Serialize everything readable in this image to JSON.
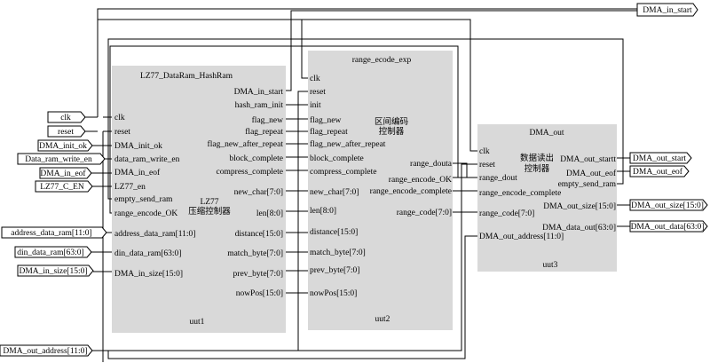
{
  "modules": {
    "uut1": {
      "title": "LZ77_DataRam_HashRam",
      "instance": "uut1",
      "desc": [
        "LZ77",
        "压缩控制器"
      ],
      "inputs": [
        "clk",
        "reset",
        "DMA_init_ok",
        "data_ram_write_en",
        "DMA_in_eof",
        "LZ77_en",
        "empty_send_ram",
        "range_encode_OK",
        "address_data_ram[11:0]",
        "din_data_ram[63:0]",
        "DMA_in_size[15:0]"
      ],
      "outputs": [
        "DMA_in_start",
        "hash_ram_init",
        "flag_new",
        "flag_repeat",
        "flag_new_after_repeat",
        "block_complete",
        "compress_complete",
        "new_char[7:0]",
        "len[8:0]",
        "distance[15:0]",
        "match_byte[7:0]",
        "prev_byte[7:0]",
        "nowPos[15:0]"
      ]
    },
    "uut2": {
      "title": "range_ecode_exp",
      "instance": "uut2",
      "desc": [
        "区间编码",
        "控制器"
      ],
      "inputs": [
        "clk",
        "reset",
        "init",
        "flag_new",
        "flag_repeat",
        "flag_new_after_repeat",
        "block_complete",
        "compress_complete",
        "new_char[7:0]",
        "len[8:0]",
        "distance[15:0]",
        "match_byte[7:0]",
        "prev_byte[7:0]",
        "nowPos[15:0]"
      ],
      "outputs": [
        "range_douta",
        "range_encode_OK",
        "range_encode_complete",
        "range_code[7:0]"
      ]
    },
    "uut3": {
      "title": "DMA_out",
      "instance": "uut3",
      "desc": [
        "数据读出",
        "控制器"
      ],
      "inputs": [
        "clk",
        "reset",
        "range_dout",
        "range_encode_complete",
        "range_code[7:0]",
        "DMA_out_address[11:0]"
      ],
      "outputs": [
        "DMA_out_startt",
        "DMA_out_eof",
        "empty_send_ram",
        "DMA_out_size[15:0]",
        "DMA_data_out[63:0]"
      ]
    }
  },
  "ports": {
    "inputs": [
      "clk",
      "reset",
      "DMA_init_ok",
      "Data_ram_write_en",
      "DMA_in_eof",
      "LZ77_C_EN",
      "address_data_ram[11:0]",
      "din_data_ram[63:0]",
      "DMA_in_size[15:0]",
      "DMA_out_address[11:0]"
    ],
    "outputs": [
      "DMA_in_start",
      "DMA_out_start",
      "DMA_out_eof",
      "DMA_out_size[15:0]",
      "DMA_out_data[63:0]"
    ]
  }
}
